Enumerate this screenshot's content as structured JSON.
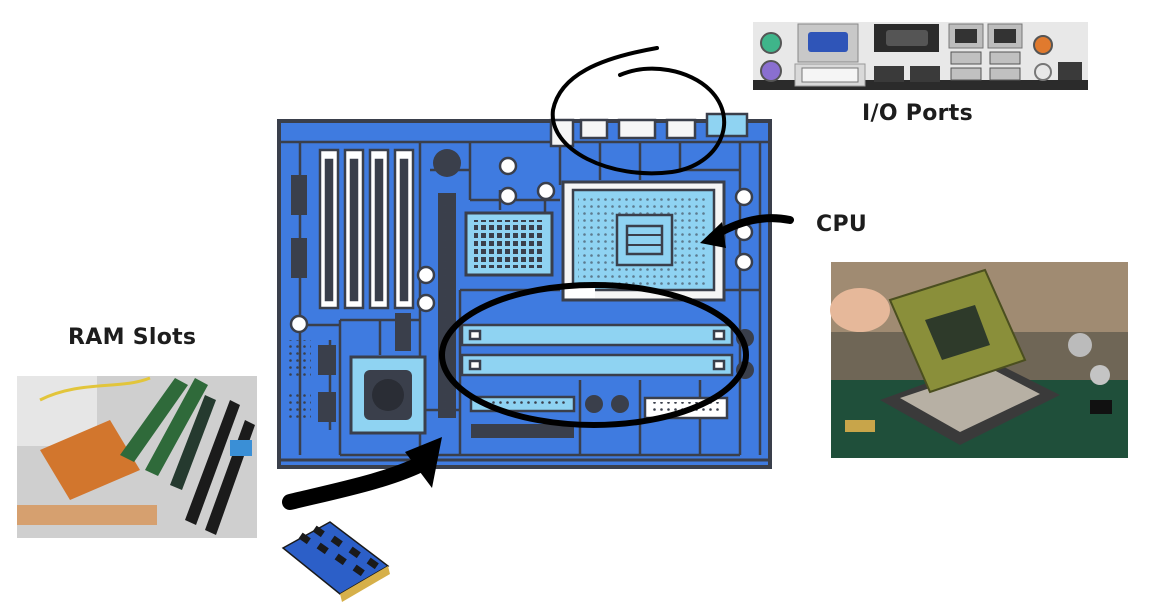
{
  "labels": {
    "io_ports": "I/O Ports",
    "cpu": "CPU",
    "ram_slots": "RAM Slots"
  },
  "colors": {
    "board_blue": "#3f7be0",
    "board_outline": "#3a3f4b",
    "light_blue": "#8fd3f2",
    "annotation_stroke": "#000000"
  },
  "icons": {
    "motherboard": "motherboard-illustration",
    "io_photo": "io-ports-photo",
    "cpu_photo": "cpu-photo",
    "ram_photo": "ram-slots-photo",
    "ram_stick": "ram-stick-icon"
  }
}
